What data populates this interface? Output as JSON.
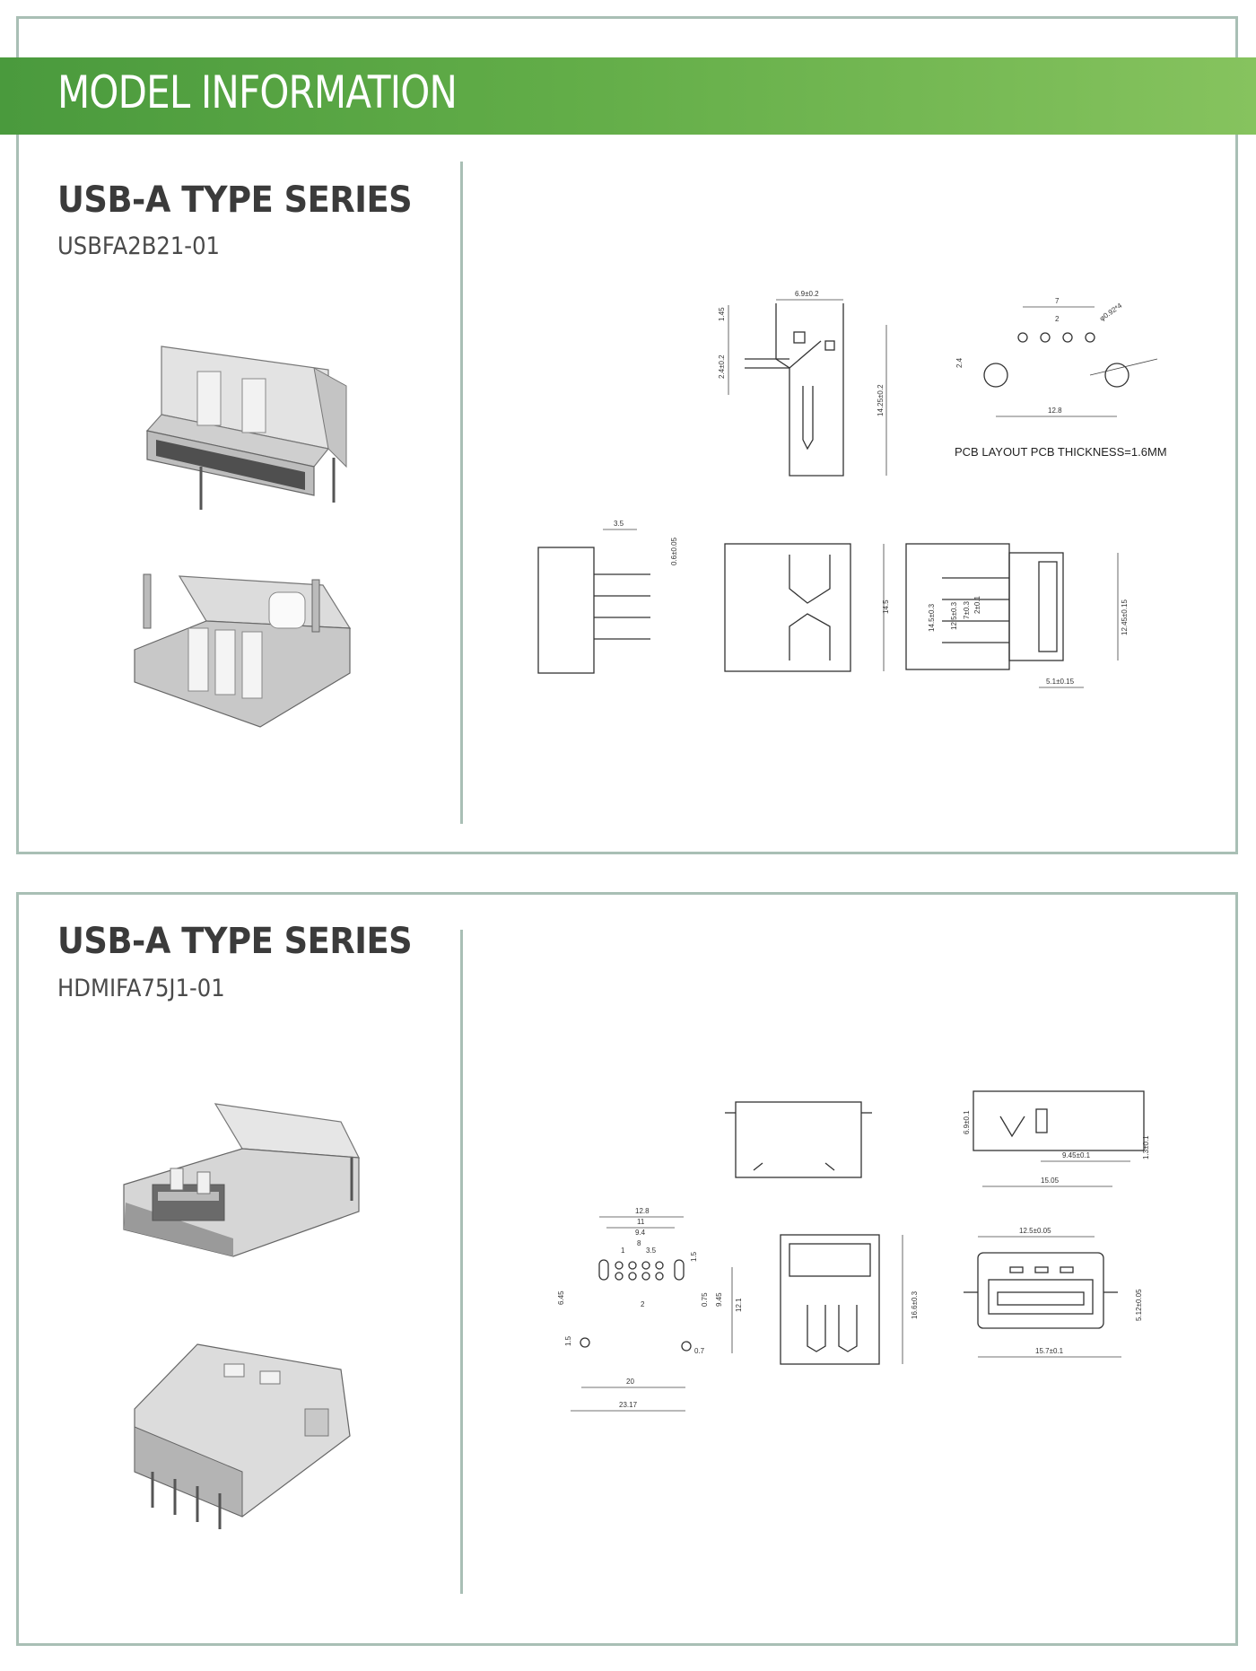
{
  "header": {
    "title": "MODEL INFORMATION"
  },
  "sections": [
    {
      "series_title": "USB-A TYPE SERIES",
      "model_code": "USBFA2B21-01",
      "drawing": {
        "pcb_note": "PCB LAYOUT   PCB THICKNESS=1.6MM",
        "dims": [
          "6.9±0.2",
          "1.45",
          "2.4±0.2",
          "14.25±0.2",
          "7",
          "2",
          "2.4",
          "12.8",
          "φ0.92*4",
          "3.5",
          "0.6±0.05",
          "14.5",
          "14.5±0.3",
          "12.5±0.3",
          "7±0.3",
          "2±0.1",
          "12.45±0.15",
          "5.1±0.15"
        ]
      }
    },
    {
      "series_title": "USB-A TYPE SERIES",
      "model_code": "HDMIFA75J1-01",
      "drawing": {
        "dims": [
          "6.9±0.1",
          "9.45±0.1",
          "1.3±0.1",
          "15.05",
          "12.8",
          "11",
          "9.4",
          "8",
          "1",
          "3.5",
          "1.5",
          "6.45",
          "2",
          "0.75",
          "9.45",
          "12.1",
          "1.5",
          "0.7",
          "20",
          "23.17",
          "16.6±0.3",
          "12.5±0.05",
          "5.12±0.05",
          "15.7±0.1"
        ]
      }
    }
  ]
}
